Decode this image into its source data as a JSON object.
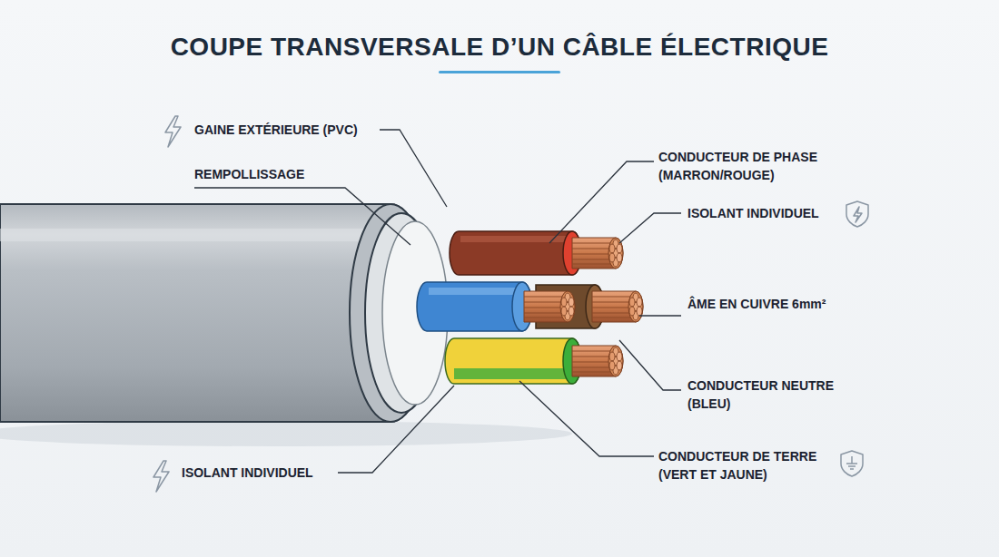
{
  "diagram": {
    "title": "COUPE TRANSVERSALE D’UN CÂBLE ÉLECTRIQUE",
    "labels": [
      "GAINE EXTÉRIEURE (PVC)",
      "REMPOLLISSAGE",
      "CONDUCTEUR DE PHASE (MARRON/ROUGE)",
      "ISOLANT INDIVIDUEL",
      "ÂME EN CUIVRE 6mm²",
      "CONDUCTEUR NEUTRE (BLEU)",
      "CONDUCTEUR DE TERRE (VERT ET JAUNE)",
      "ISOLANT INDIVIDUEL"
    ]
  }
}
